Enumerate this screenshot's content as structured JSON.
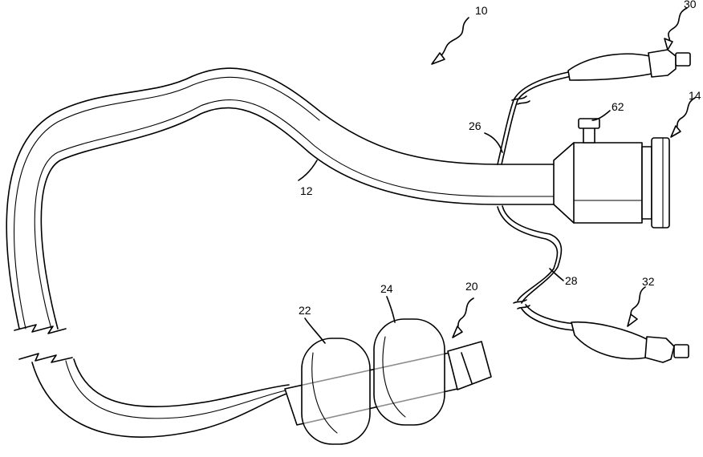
{
  "figure": {
    "labels": {
      "device": "10",
      "tube": "12",
      "connector_assembly": "14",
      "distal_end": "20",
      "first_cuff": "22",
      "second_cuff": "24",
      "first_inflation_line": "26",
      "second_inflation_line": "28",
      "first_pilot": "30",
      "second_pilot": "32",
      "port": "62"
    }
  }
}
